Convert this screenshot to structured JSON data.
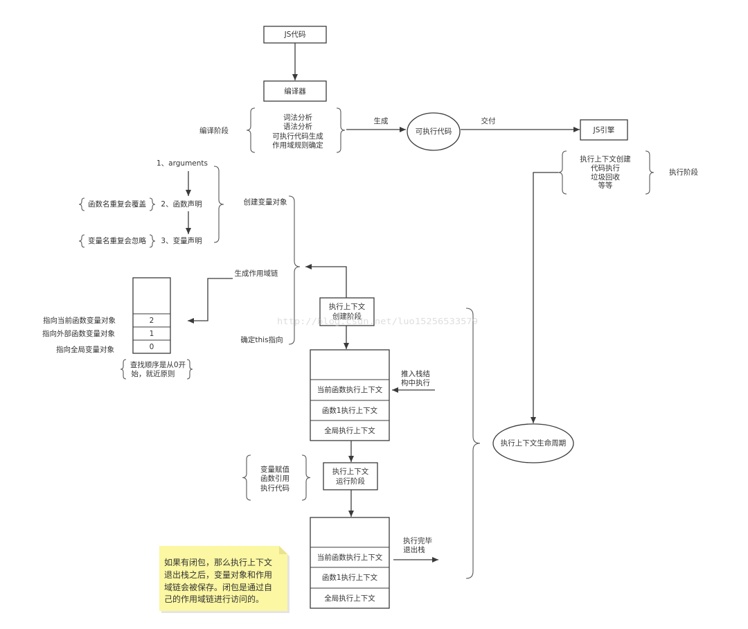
{
  "colors": {
    "stroke": "#3a3a3a",
    "text": "#333333",
    "note_fill": "#fbf7a3",
    "note_fold": "#e9e38d"
  },
  "compile_phase": {
    "js_code": "JS代码",
    "compiler": "编译器",
    "label": "编译阶段",
    "steps": [
      "词法分析",
      "语法分析",
      "可执行代码生成",
      "作用域规则确定"
    ],
    "generate_label": "生成",
    "executable_code": "可执行代码",
    "deliver_label": "交付",
    "js_engine": "JS引擎"
  },
  "execution_phase": {
    "label": "执行阶段",
    "steps": [
      "执行上下文创建",
      "代码执行",
      "垃圾回收",
      "等等"
    ],
    "lifecycle": "执行上下文生命周期"
  },
  "variable_object": {
    "steps": [
      "1、arguments",
      "2、函数声明",
      "3、变量声明"
    ],
    "function_note": "函数名重复会覆盖",
    "variable_note": "变量名重复会忽略",
    "label": "创建变量对象"
  },
  "creation_phase": {
    "scope_chain_label": "生成作用域链",
    "this_label": "确定this指向",
    "box": [
      "执行上下文",
      "创建阶段"
    ]
  },
  "scope_chain": {
    "cells": [
      "2",
      "1",
      "0"
    ],
    "labels": [
      "指向当前函数变量对象",
      "指向外部函数变量对象",
      "指向全局变量对象"
    ],
    "note": [
      "查找顺序是从0开",
      "始，就近原则"
    ]
  },
  "stack_push": {
    "label": [
      "推入栈结",
      "构中执行"
    ],
    "cells": [
      "当前函数执行上下文",
      "函数1执行上下文",
      "全局执行上下文"
    ]
  },
  "run_phase": {
    "box": [
      "执行上下文",
      "运行阶段"
    ],
    "steps": [
      "变量赋值",
      "函数引用",
      "执行代码"
    ]
  },
  "stack_pop": {
    "label": [
      "执行完毕",
      "退出栈"
    ],
    "cells": [
      "当前函数执行上下文",
      "函数1执行上下文",
      "全局执行上下文"
    ]
  },
  "closure_note": [
    "如果有闭包，那么执行上下文",
    "退出栈之后，变量对象和作用",
    "域链会被保存。闭包是通过自",
    "己的作用域链进行访问的。"
  ],
  "watermark": "http://blog.csdn.net/luo15256533579"
}
